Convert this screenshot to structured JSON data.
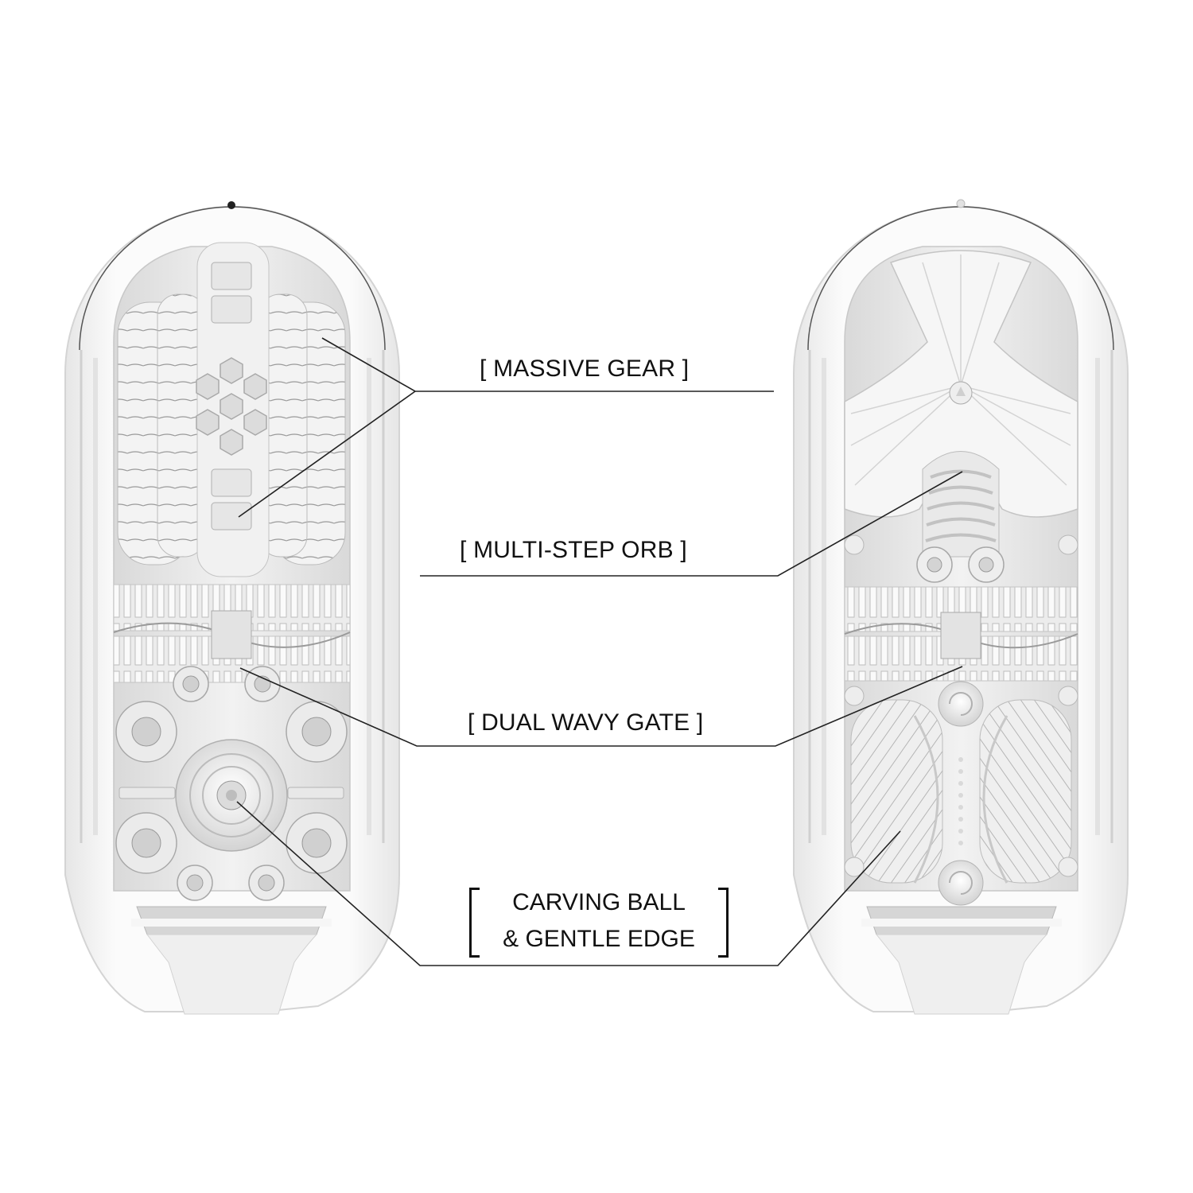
{
  "diagram": {
    "type": "product-cross-section-callout",
    "colors": {
      "background": "#ffffff",
      "text": "#111111",
      "leader_line": "#222222",
      "shell": "#f4f4f4",
      "shell_stroke": "#d6d6d6",
      "interior": "#e9e9e9",
      "interior_shade": "#cfcfcf"
    },
    "figures": [
      {
        "id": "left",
        "description": "Cross-section view 1 (gear / hex-mesh interior)"
      },
      {
        "id": "right",
        "description": "Cross-section view 2 (fan / swirl interior)"
      }
    ],
    "callouts": [
      {
        "id": "massive-gear",
        "text": "[ MASSIVE GEAR ]"
      },
      {
        "id": "multi-step-orb",
        "text": "[  MULTI-STEP ORB ]"
      },
      {
        "id": "dual-wavy-gate",
        "text": "[ DUAL WAVY GATE ]"
      },
      {
        "id": "carving-ball",
        "lines": [
          "CARVING BALL",
          "& GENTLE EDGE"
        ]
      }
    ]
  }
}
